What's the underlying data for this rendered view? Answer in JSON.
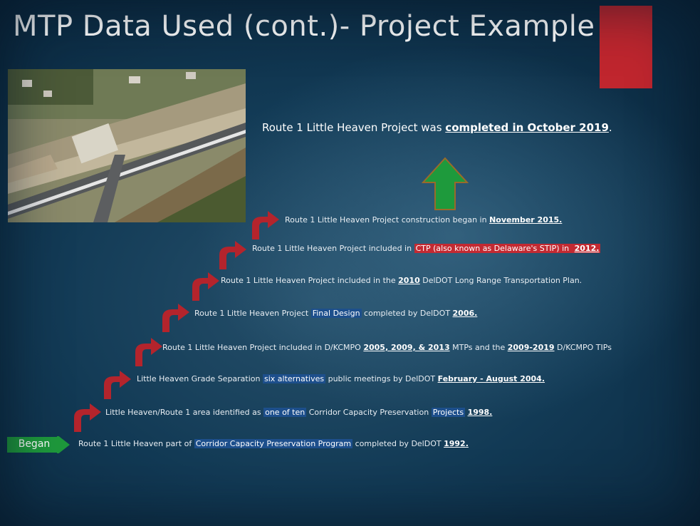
{
  "slide": {
    "title": "MTP Data Used (cont.)- Project Example",
    "completed": {
      "prefix": "Route 1 Little Heaven Project was ",
      "highlight": "completed in October 2019",
      "suffix": "."
    },
    "began_label": "Began",
    "steps": [
      {
        "p1": "Route 1 Little Heaven part of ",
        "h1": "Corridor Capacity Preservation Program",
        "p2": " completed by DelDOT ",
        "b1": "1992."
      },
      {
        "p1": "Little Heaven/Route 1 area identified as ",
        "h1": "one of ten",
        "p2": " Corridor Capacity Preservation ",
        "h2": "Projects",
        "p3": " ",
        "b1": "1998."
      },
      {
        "p1": "Little Heaven Grade Separation ",
        "h1": "six alternatives",
        "p2": " public meetings by DelDOT ",
        "b1": "February - August 2004."
      },
      {
        "p1": "Route 1 Little Heaven Project included in D/KCMPO ",
        "b1": "2005, 2009, & 2013",
        "p2": " MTPs and the ",
        "b2": "2009-2019",
        "p3": " D/KCMPO TIPs"
      },
      {
        "p1": "Route 1 Little Heaven Project ",
        "h1": "Final Design",
        "p2": " completed by DelDOT ",
        "b1": "2006."
      },
      {
        "p1": "Route 1 Little Heaven Project included in the ",
        "b1": "2010",
        "p2": " DelDOT Long Range Transportation Plan."
      },
      {
        "p1": "Route 1 Little Heaven Project included in ",
        "r1": "CTP (also known as Delaware's STIP) in ",
        "r2": "2012."
      },
      {
        "p1": "Route 1 Little Heaven Project construction began in ",
        "b1": "November 2015."
      }
    ],
    "colors": {
      "background": "#123a55",
      "accent_red": "#c0262e",
      "arrow_green": "#1e9a3c",
      "highlight_blue": "#1d4f8c"
    },
    "icons": [
      "curved-arrow-icon",
      "up-arrow-icon",
      "right-arrow-icon"
    ]
  }
}
